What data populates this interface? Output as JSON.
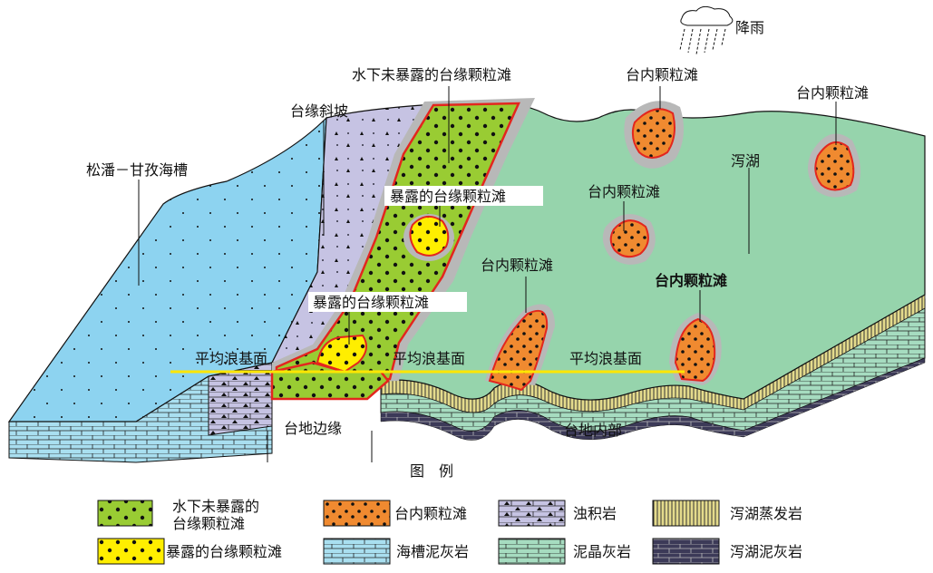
{
  "diagram": {
    "labels": {
      "songpan_trough": "松潘－甘孜海槽",
      "platform_slope": "台缘斜坡",
      "submerged_margin_shoal": "水下未暴露的台缘颗粒滩",
      "exposed_margin_shoal_upper": "暴露的台缘颗粒滩",
      "exposed_margin_shoal_lower": "暴露的台缘颗粒滩",
      "intra_shoal_top_center": "台内颗粒滩",
      "intra_shoal_top_right": "台内颗粒滩",
      "intra_shoal_mid": "台内颗粒滩",
      "intra_shoal_left_mid": "台内颗粒滩",
      "intra_shoal_right_mid": "台内颗粒滩",
      "lagoon": "泻湖",
      "rainfall": "降雨",
      "wave_base_left": "平均浪基面",
      "wave_base_mid": "平均浪基面",
      "wave_base_right": "平均浪基面",
      "platform_margin": "台地边缘",
      "platform_interior": "台地内部"
    },
    "colors": {
      "trough": "#8dd3f0",
      "slope": "#c6c3e3",
      "margin_shoal": "#99cc33",
      "exposed_shoal": "#ffee00",
      "intra_shoal": "#f08a30",
      "lagoon": "#96d4ac",
      "halo": "#b8b8b8",
      "boundary": "#e3261e",
      "wave_base": "#ffe600",
      "evaporite": "#e4db8c",
      "lagoon_mudstone": "#3c3a58"
    }
  },
  "legend": {
    "title": "图　例",
    "items": [
      {
        "label_line1": "水下未暴露的",
        "label_line2": "台缘颗粒滩",
        "swatch": "submerged-shoal"
      },
      {
        "label_line1": "台内颗粒滩",
        "label_line2": "",
        "swatch": "intra-shoal"
      },
      {
        "label_line1": "浊积岩",
        "label_line2": "",
        "swatch": "turbidite"
      },
      {
        "label_line1": "泻湖蒸发岩",
        "label_line2": "",
        "swatch": "evaporite"
      },
      {
        "label_line1": "暴露的台缘颗粒滩",
        "label_line2": "",
        "swatch": "exposed-shoal"
      },
      {
        "label_line1": "海槽泥灰岩",
        "label_line2": "",
        "swatch": "trough-marl"
      },
      {
        "label_line1": "泥晶灰岩",
        "label_line2": "",
        "swatch": "micrite"
      },
      {
        "label_line1": "泻湖泥灰岩",
        "label_line2": "",
        "swatch": "lagoon-marl"
      }
    ]
  }
}
